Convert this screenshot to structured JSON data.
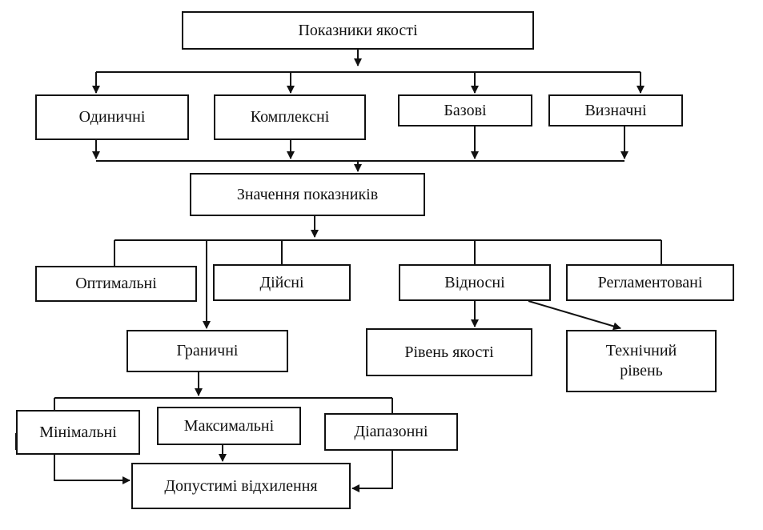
{
  "diagram": {
    "nodes": {
      "root": "Показники якості",
      "single": "Одиничні",
      "complex": "Комплексні",
      "base": "Базові",
      "defining": "Визначні",
      "values": "Значення показників",
      "optimal": "Оптимальні",
      "actual": "Дійсні",
      "relative": "Відносні",
      "regulated": "Регламентовані",
      "limit": "Граничні",
      "quality_level": "Рівень якості",
      "technical_level": "Технічний рівень",
      "minimal": "Мінімальні",
      "maximal": "Максимальні",
      "range": "Діапазонні",
      "tolerances": "Допустимі відхилення"
    }
  }
}
